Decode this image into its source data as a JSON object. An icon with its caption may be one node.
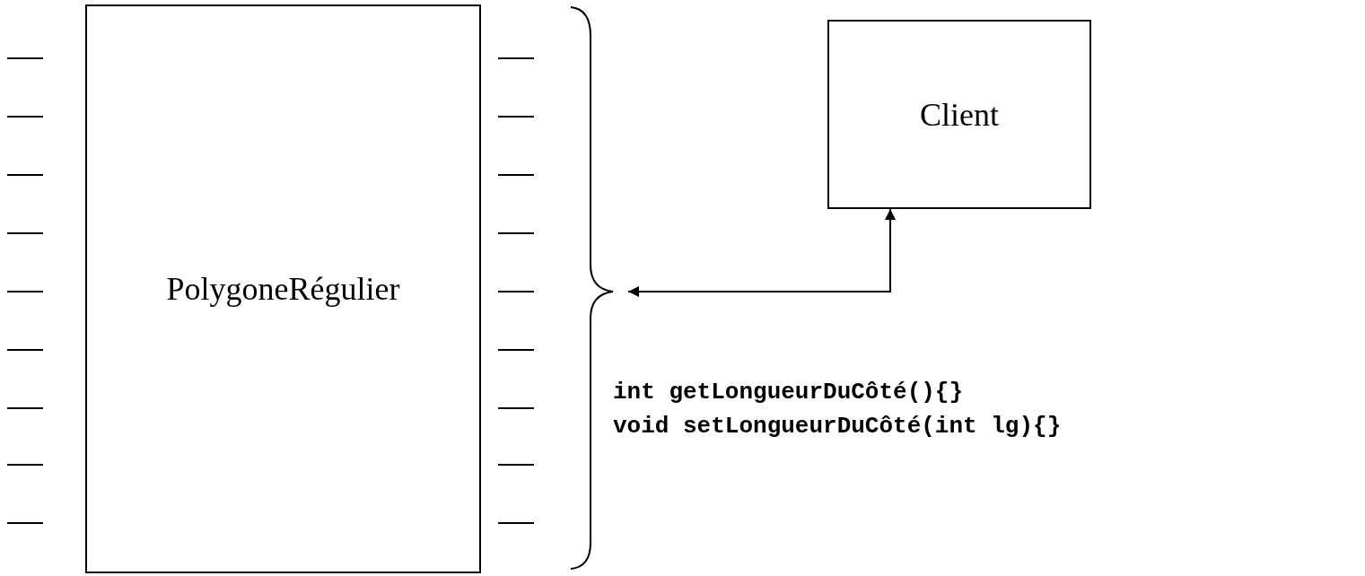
{
  "diagram": {
    "nodes": [
      {
        "text": [
          "PolygoneRégulier"
        ]
      },
      {
        "text": [
          "Client"
        ]
      },
      {
        "text": [],
        "shape": "brace"
      }
    ],
    "edges": [
      {
        "from": 2,
        "to": 1,
        "arrow": "both"
      }
    ],
    "labels": [
      "int getLongueurDuCôté(){}",
      "void setLongueurDuCôté(int lg){}"
    ]
  }
}
